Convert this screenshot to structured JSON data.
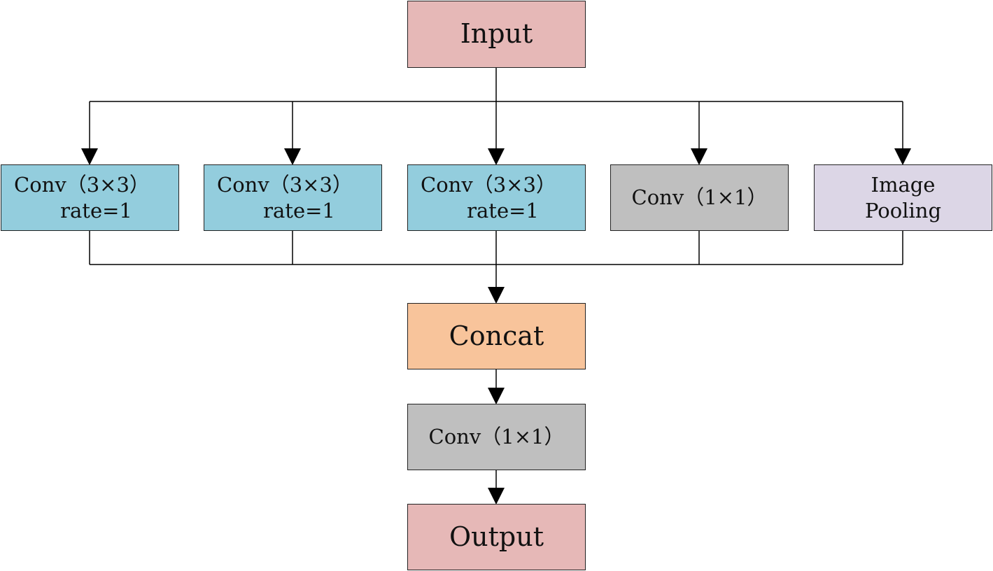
{
  "colors": {
    "input_output": "#e6b8b7",
    "atrous_conv": "#93cddd",
    "conv_1x1": "#bfbfbf",
    "image_pooling": "#dcd6e6",
    "concat": "#f8c49b",
    "line": "#000000"
  },
  "nodes": {
    "input": {
      "text": "Input"
    },
    "branch1": {
      "line1": "Conv（3×3）",
      "line2": "rate=1"
    },
    "branch2": {
      "line1": "Conv（3×3）",
      "line2": "rate=1"
    },
    "branch3": {
      "line1": "Conv（3×3）",
      "line2": "rate=1"
    },
    "branch4": {
      "line1": "Conv（1×1）"
    },
    "branch5": {
      "line1": "Image",
      "line2": "Pooling"
    },
    "concat": {
      "text": "Concat"
    },
    "conv_out": {
      "text": "Conv（1×1）"
    },
    "output": {
      "text": "Output"
    }
  },
  "edges": [
    {
      "from": "input",
      "to": "branch1"
    },
    {
      "from": "input",
      "to": "branch2"
    },
    {
      "from": "input",
      "to": "branch3"
    },
    {
      "from": "input",
      "to": "branch4"
    },
    {
      "from": "input",
      "to": "branch5"
    },
    {
      "from": "branch1",
      "to": "concat"
    },
    {
      "from": "branch2",
      "to": "concat"
    },
    {
      "from": "branch3",
      "to": "concat"
    },
    {
      "from": "branch4",
      "to": "concat"
    },
    {
      "from": "branch5",
      "to": "concat"
    },
    {
      "from": "concat",
      "to": "conv_out"
    },
    {
      "from": "conv_out",
      "to": "output"
    }
  ]
}
